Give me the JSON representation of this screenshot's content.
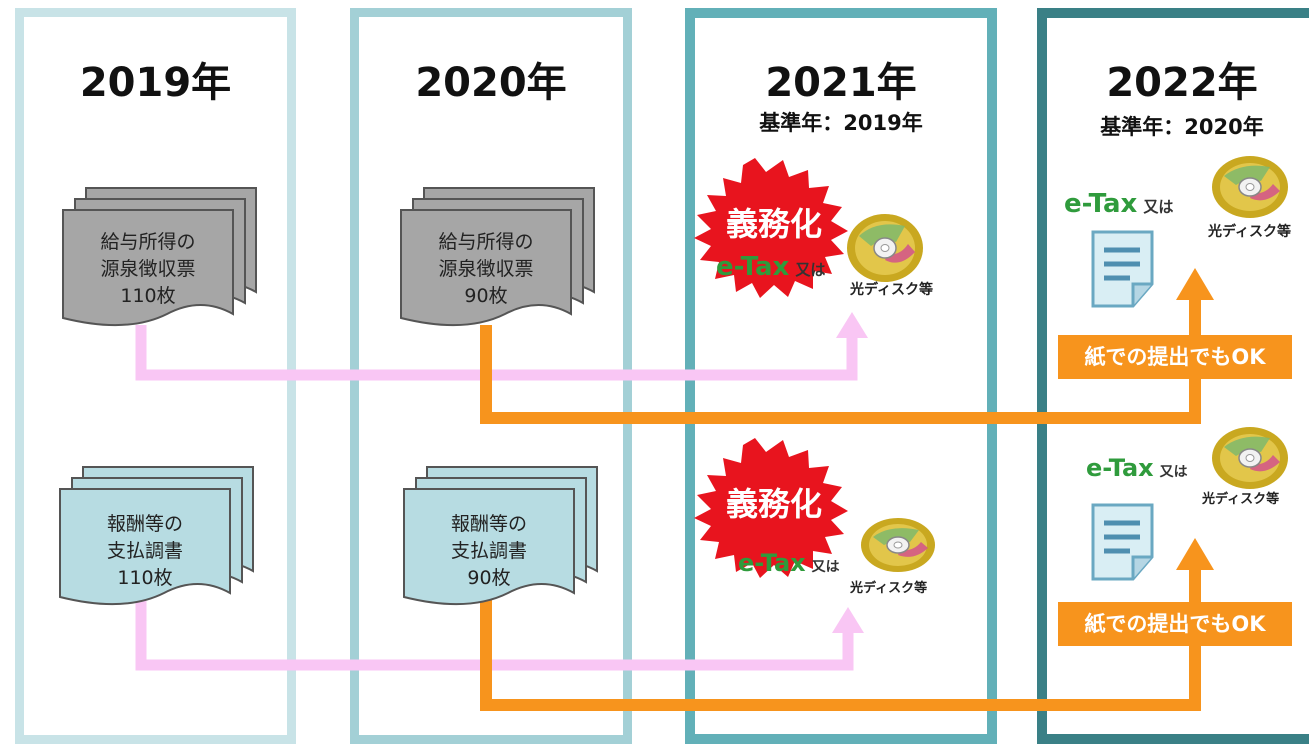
{
  "columns": [
    {
      "year": "2019年",
      "base": ""
    },
    {
      "year": "2020年",
      "base": ""
    },
    {
      "year": "2021年",
      "base": "基準年：2019年"
    },
    {
      "year": "2022年",
      "base": "基準年：2020年"
    }
  ],
  "documents": {
    "withholding_2019": {
      "line1": "給与所得の",
      "line2": "源泉徴収票",
      "count": "110枚"
    },
    "withholding_2020": {
      "line1": "給与所得の",
      "line2": "源泉徴収票",
      "count": "90枚"
    },
    "payment_2019": {
      "line1": "報酬等の",
      "line2": "支払調書",
      "count": "110枚"
    },
    "payment_2020": {
      "line1": "報酬等の",
      "line2": "支払調書",
      "count": "90枚"
    }
  },
  "mandatory_label": "義務化",
  "etax_label": "e-Tax",
  "or_label": "又は",
  "disc_label": "光ディスク等",
  "paper_ok_label": "紙での提出でもOK",
  "colors": {
    "pink_arrow": "#f9c6f4",
    "orange_arrow": "#f7941d",
    "etax_green": "#2f9b3c",
    "burst_red": "#e8141e",
    "doc_gray": "#a6a6a6",
    "doc_teal": "#b7dce2"
  }
}
